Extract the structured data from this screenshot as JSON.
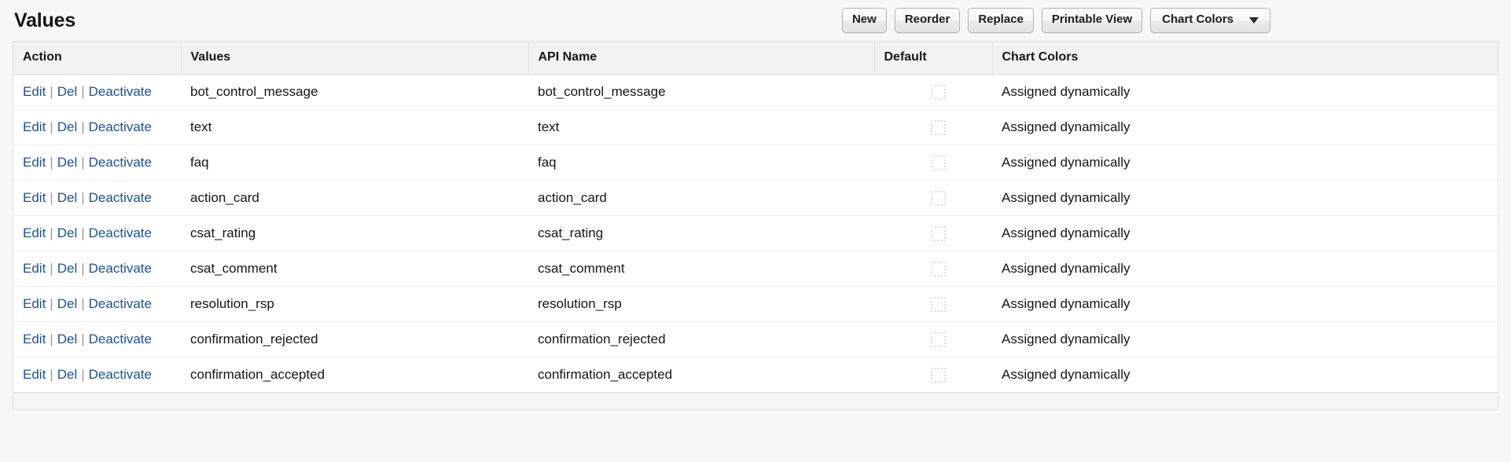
{
  "header": {
    "title": "Values",
    "buttons": [
      {
        "label": "New",
        "name": "new-button"
      },
      {
        "label": "Reorder",
        "name": "reorder-button"
      },
      {
        "label": "Replace",
        "name": "replace-button"
      },
      {
        "label": "Printable View",
        "name": "printable-view-button"
      }
    ],
    "dropdown": {
      "label": "Chart Colors",
      "icon": "chevron-down-icon"
    }
  },
  "table": {
    "columns": [
      "Action",
      "Values",
      "API Name",
      "Default",
      "Chart Colors"
    ],
    "actions": {
      "edit": "Edit",
      "del": "Del",
      "deactivate": "Deactivate",
      "separator": "|"
    },
    "rows": [
      {
        "value": "bot_control_message",
        "api_name": "bot_control_message",
        "default": false,
        "chart_color": "Assigned dynamically"
      },
      {
        "value": "text",
        "api_name": "text",
        "default": false,
        "chart_color": "Assigned dynamically"
      },
      {
        "value": "faq",
        "api_name": "faq",
        "default": false,
        "chart_color": "Assigned dynamically"
      },
      {
        "value": "action_card",
        "api_name": "action_card",
        "default": false,
        "chart_color": "Assigned dynamically"
      },
      {
        "value": "csat_rating",
        "api_name": "csat_rating",
        "default": false,
        "chart_color": "Assigned dynamically"
      },
      {
        "value": "csat_comment",
        "api_name": "csat_comment",
        "default": false,
        "chart_color": "Assigned dynamically"
      },
      {
        "value": "resolution_rsp",
        "api_name": "resolution_rsp",
        "default": false,
        "chart_color": "Assigned dynamically"
      },
      {
        "value": "confirmation_rejected",
        "api_name": "confirmation_rejected",
        "default": false,
        "chart_color": "Assigned dynamically"
      },
      {
        "value": "confirmation_accepted",
        "api_name": "confirmation_accepted",
        "default": false,
        "chart_color": "Assigned dynamically"
      }
    ]
  },
  "colors": {
    "link": "#1b5297",
    "page_background": "#f7f7f7",
    "header_row_background": "#f2f2f2",
    "row_background": "#ffffff",
    "text": "#161616"
  }
}
